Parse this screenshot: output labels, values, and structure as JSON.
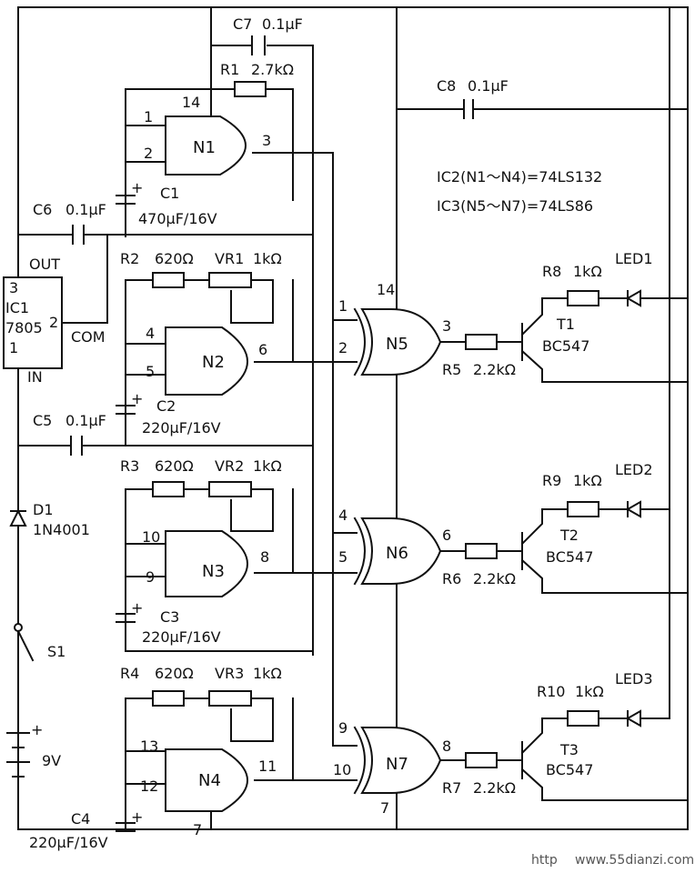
{
  "components": {
    "c7": {
      "name": "C7",
      "value": "0.1µF"
    },
    "c8": {
      "name": "C8",
      "value": "0.1µF"
    },
    "c6": {
      "name": "C6",
      "value": "0.1µF"
    },
    "c5": {
      "name": "C5",
      "value": "0.1µF"
    },
    "r1": {
      "name": "R1",
      "value": "2.7kΩ"
    },
    "c1": {
      "name": "C1",
      "value": "470µF/16V"
    },
    "c2": {
      "name": "C2",
      "value": "220µF/16V"
    },
    "c3": {
      "name": "C3",
      "value": "220µF/16V"
    },
    "c4": {
      "name": "C4",
      "value": "220µF/16V"
    },
    "r2": {
      "name": "R2",
      "value": "620Ω"
    },
    "r3": {
      "name": "R3",
      "value": "620Ω"
    },
    "r4": {
      "name": "R4",
      "value": "620Ω"
    },
    "vr1": {
      "name": "VR1",
      "value": "1kΩ"
    },
    "vr2": {
      "name": "VR2",
      "value": "1kΩ"
    },
    "vr3": {
      "name": "VR3",
      "value": "1kΩ"
    },
    "r5": {
      "name": "R5",
      "value": "2.2kΩ"
    },
    "r6": {
      "name": "R6",
      "value": "2.2kΩ"
    },
    "r7": {
      "name": "R7",
      "value": "2.2kΩ"
    },
    "r8": {
      "name": "R8",
      "value": "1kΩ"
    },
    "r9": {
      "name": "R9",
      "value": "1kΩ"
    },
    "r10": {
      "name": "R10",
      "value": "1kΩ"
    },
    "led1": "LED1",
    "led2": "LED2",
    "led3": "LED3",
    "t1": {
      "name": "T1",
      "type": "BC547"
    },
    "t2": {
      "name": "T2",
      "type": "BC547"
    },
    "t3": {
      "name": "T3",
      "type": "BC547"
    },
    "d1": {
      "name": "D1",
      "type": "1N4001"
    },
    "s1": "S1",
    "battery": {
      "plus": "+",
      "value": "9V"
    },
    "ic1": {
      "name": "IC1",
      "type": "7805",
      "out": "OUT",
      "com": "COM",
      "in": "IN",
      "pin_out": "3",
      "pin_com": "2",
      "pin_in": "1"
    }
  },
  "gates": {
    "n1": {
      "name": "N1",
      "in_a": "1",
      "in_b": "2",
      "out": "3",
      "vcc": "14"
    },
    "n2": {
      "name": "N2",
      "in_a": "4",
      "in_b": "5",
      "out": "6"
    },
    "n3": {
      "name": "N3",
      "in_a": "10",
      "in_b": "9",
      "out": "8"
    },
    "n4": {
      "name": "N4",
      "in_a": "13",
      "in_b": "12",
      "out": "11",
      "gnd": "7"
    },
    "n5": {
      "name": "N5",
      "in_a": "1",
      "in_b": "2",
      "out": "3",
      "vcc": "14"
    },
    "n6": {
      "name": "N6",
      "in_a": "4",
      "in_b": "5",
      "out": "6"
    },
    "n7": {
      "name": "N7",
      "in_a": "9",
      "in_b": "10",
      "out": "8",
      "gnd": "7"
    }
  },
  "notes": {
    "ic2": "IC2(N1～N4)=74LS132",
    "ic3": "IC3(N5～N7)=74LS86",
    "cap_plus": "+"
  },
  "watermark": {
    "prefix": "http",
    "site": "www.55dianzi.com"
  }
}
